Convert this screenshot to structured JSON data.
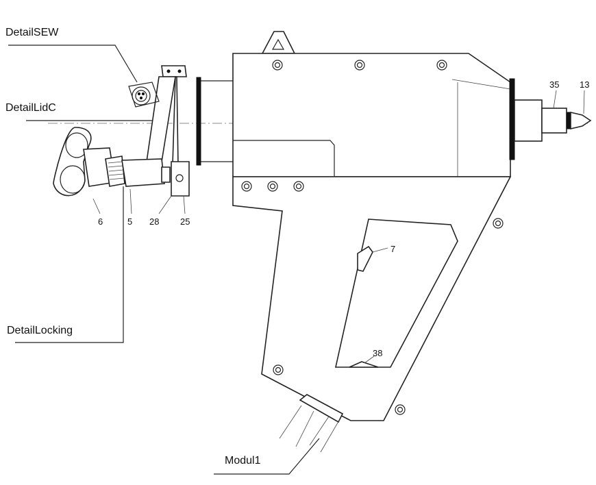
{
  "detail_labels": {
    "sew": "DetailSEW",
    "lid": "DetailLidC",
    "locking": "DetailLocking",
    "module": "Modul1"
  },
  "part_numbers": {
    "p6": "6",
    "p5": "5",
    "p28": "28",
    "p25": "25",
    "p7": "7",
    "p38": "38",
    "p35": "35",
    "p13": "13"
  }
}
